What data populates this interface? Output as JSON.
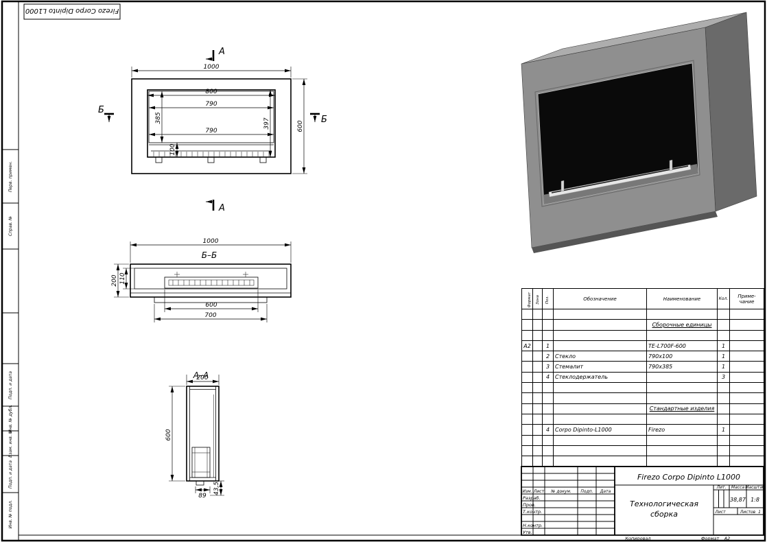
{
  "sheet": {
    "top_stamp": "Firezo Corpo Dipinto L1000",
    "side_labels": [
      "Перв. примен.",
      "Справ. №",
      "Подп. и дата",
      "Инв. № дубл.",
      "Взам. инв. №",
      "Подп. и дата",
      "Инв. № подл."
    ],
    "kopiroval": "Копировал",
    "format_label": "Формат",
    "format_value": "А2"
  },
  "views": {
    "front": {
      "cut_a": "А",
      "cut_b": "Б",
      "d1000": "1000",
      "d800": "800",
      "d790a": "790",
      "d790b": "790",
      "d385": "385",
      "d100": "100",
      "d397": "397",
      "d600": "600"
    },
    "section_bb": {
      "title": "Б–Б",
      "d1000": "1000",
      "d200": "200",
      "d110": "110",
      "d600": "600",
      "d700": "700"
    },
    "section_aa": {
      "title": "А–А",
      "d200": "200",
      "d600": "600",
      "d89": "89",
      "d43": "43,5"
    }
  },
  "spec": {
    "headers": {
      "format": "Формат",
      "zone": "Зона",
      "pos": "Поз.",
      "designation": "Обозначение",
      "name": "Наименование",
      "qty": "Кол.",
      "note1": "Приме-",
      "note2": "чание"
    },
    "rows": [
      {},
      {
        "section": true,
        "n": "Сборочные единицы"
      },
      {},
      {
        "f": "А2",
        "p": "1",
        "n": "ТЕ-L700F-600",
        "q": "1"
      },
      {
        "p": "2",
        "d": "Стекло",
        "n": "790х100",
        "q": "1"
      },
      {
        "p": "3",
        "d": "Стемалит",
        "n": "790х385",
        "q": "1"
      },
      {
        "p": "4",
        "d": "Стеклодержатель",
        "q": "3"
      },
      {},
      {},
      {
        "section": true,
        "n": "Стандартные изделия"
      },
      {},
      {
        "p": "4",
        "d": "Corpo Dipinto-L1000",
        "n": "Firezo",
        "q": "1"
      },
      {},
      {},
      {}
    ]
  },
  "title_block": {
    "doc_title": "Firezo Corpo Dipinto L1000",
    "doc_type_line1": "Технологическая",
    "doc_type_line2": "сборка",
    "hdr_izm": "Изм.",
    "hdr_list": "Лист",
    "hdr_ndoc": "№ докум.",
    "hdr_podp": "Подп.",
    "hdr_data": "Дата",
    "lbl_razrab": "Разраб.",
    "lbl_prov": "Пров.",
    "lbl_tkontr": "Т.контр.",
    "lbl_nkontr": "Н.контр.",
    "lbl_utv": "Утв.",
    "lbl_lit": "Лит.",
    "lbl_massa": "Масса",
    "lbl_masshtab": "Масштаб",
    "val_massa": "38,87",
    "val_masshtab": "1:8",
    "lbl_list": "Лист",
    "lbl_listov": "Листов",
    "val_listov": "1"
  }
}
